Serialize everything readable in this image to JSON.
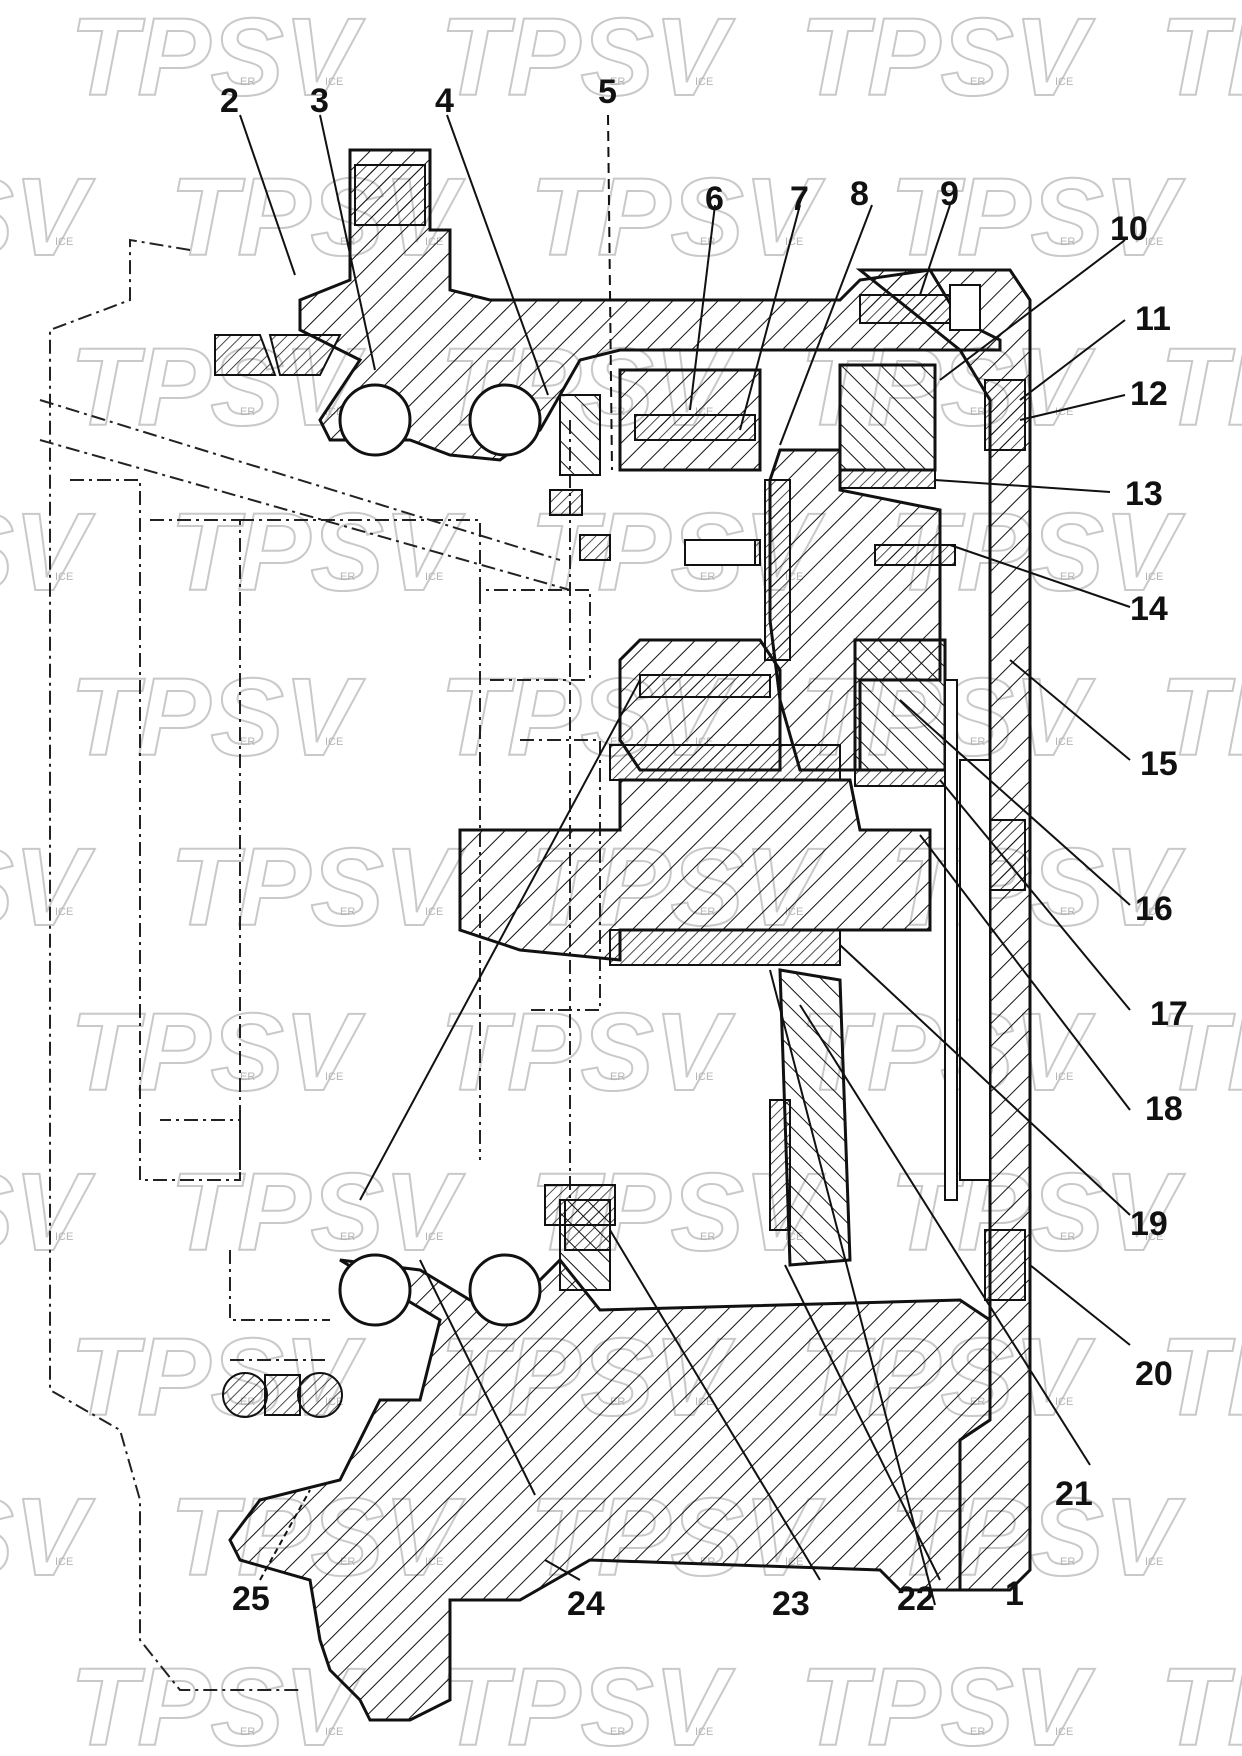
{
  "watermark": {
    "text": "TPSV",
    "suffix_a": "ER",
    "suffix_b": "ICE"
  },
  "colors": {
    "ink": "#111111",
    "watermark": "#c9c9c9",
    "paper": "#ffffff"
  },
  "callouts": [
    {
      "id": "2",
      "label": "2"
    },
    {
      "id": "3",
      "label": "3"
    },
    {
      "id": "4",
      "label": "4"
    },
    {
      "id": "5",
      "label": "5"
    },
    {
      "id": "6",
      "label": "6"
    },
    {
      "id": "7",
      "label": "7"
    },
    {
      "id": "8",
      "label": "8"
    },
    {
      "id": "9",
      "label": "9"
    },
    {
      "id": "10",
      "label": "10"
    },
    {
      "id": "11",
      "label": "11"
    },
    {
      "id": "12",
      "label": "12"
    },
    {
      "id": "13",
      "label": "13"
    },
    {
      "id": "14",
      "label": "14"
    },
    {
      "id": "15",
      "label": "15"
    },
    {
      "id": "16",
      "label": "16"
    },
    {
      "id": "17",
      "label": "17"
    },
    {
      "id": "18",
      "label": "18"
    },
    {
      "id": "19",
      "label": "19"
    },
    {
      "id": "20",
      "label": "20"
    },
    {
      "id": "21",
      "label": "21"
    },
    {
      "id": "22",
      "label": "22"
    },
    {
      "id": "23",
      "label": "23"
    },
    {
      "id": "24",
      "label": "24"
    },
    {
      "id": "25",
      "label": "25"
    },
    {
      "id": "1",
      "label": "1"
    }
  ]
}
